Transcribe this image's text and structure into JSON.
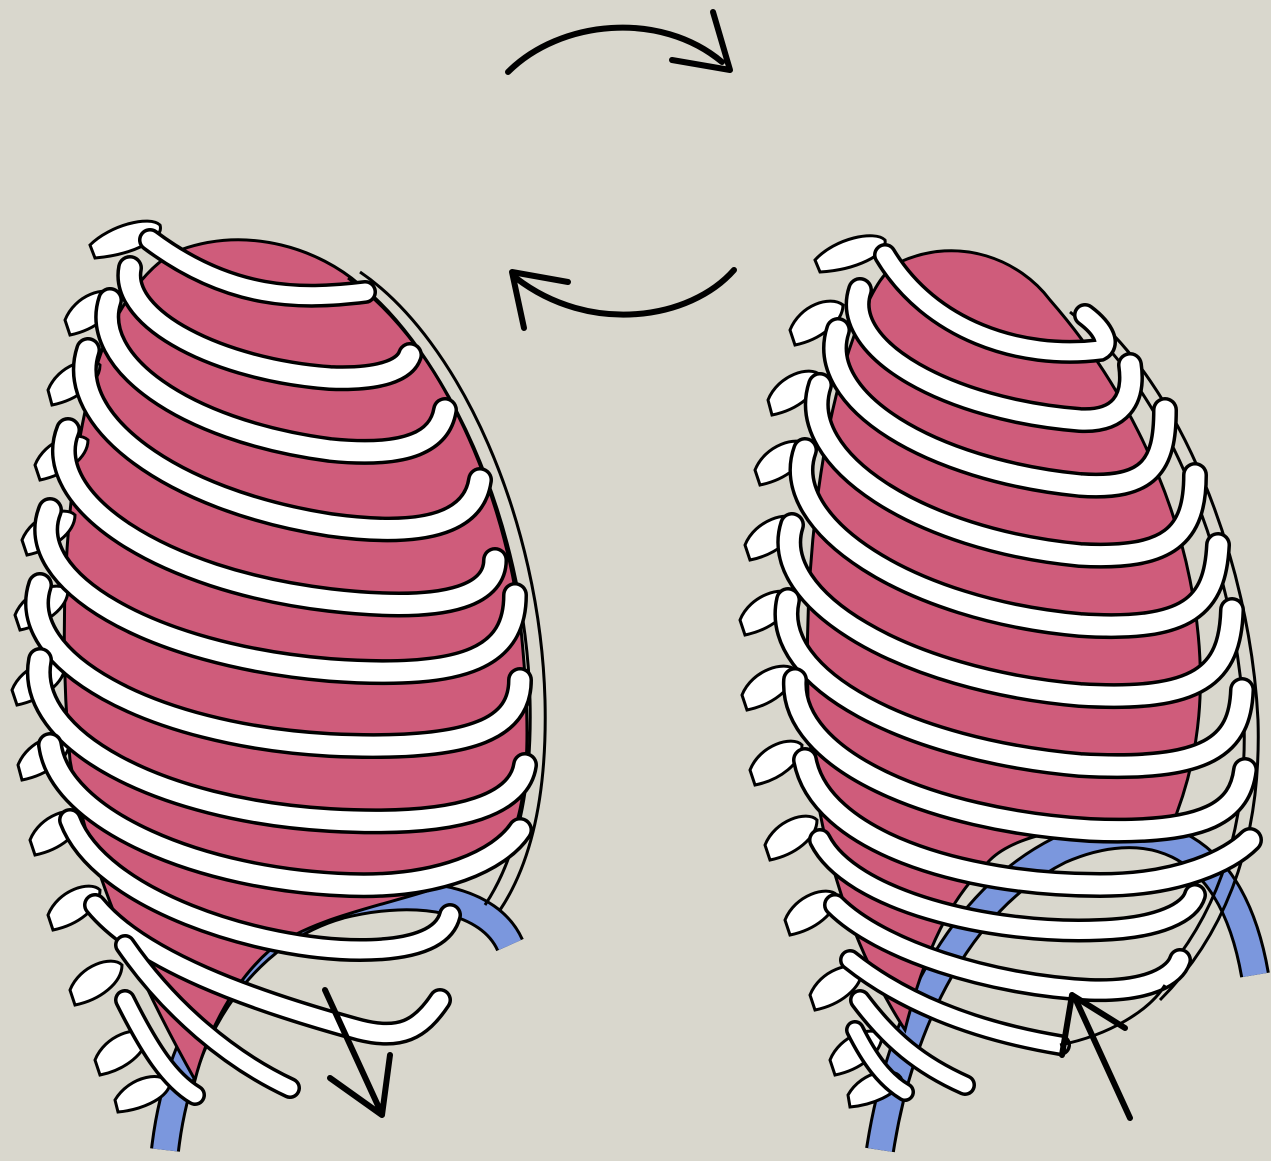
{
  "diagram": {
    "colors": {
      "background": "#d9d7cd",
      "lung": "#cf5c7b",
      "diaphragm": "#7b97dd",
      "rib": "#ffffff",
      "outline": "#000000"
    },
    "panels": [
      {
        "id": "inhalation",
        "state": "lungs expanded, diaphragm lowered",
        "diaphragm_arrow": "down"
      },
      {
        "id": "exhalation",
        "state": "lungs contracted, diaphragm raised",
        "diaphragm_arrow": "up"
      }
    ],
    "cycle_arrows": [
      "clockwise-top",
      "return-bottom"
    ],
    "icons": [
      "rib-cage-icon",
      "lung-icon",
      "diaphragm-icon",
      "arrow-icon"
    ]
  }
}
